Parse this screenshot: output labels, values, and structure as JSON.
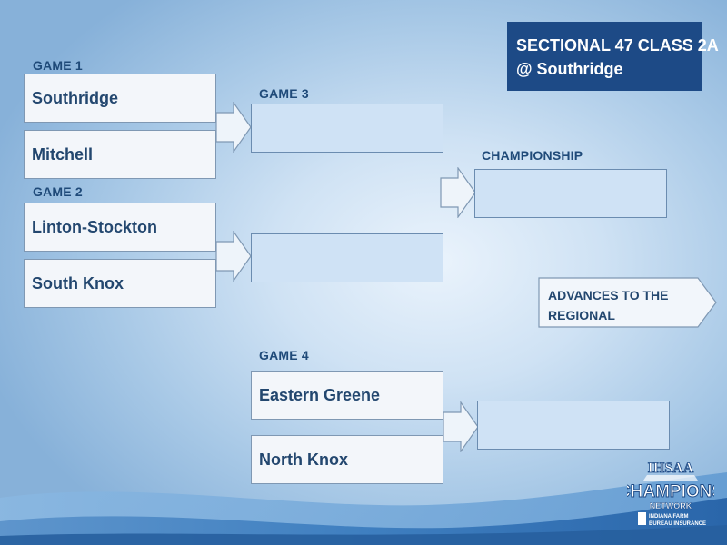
{
  "title": {
    "line1": "SECTIONAL 47 CLASS 2A",
    "line2": "@ Southridge"
  },
  "games": {
    "game1": {
      "label": "GAME 1",
      "team1": "Southridge",
      "team2": "Mitchell"
    },
    "game2": {
      "label": "GAME 2",
      "team1": "Linton-Stockton",
      "team2": "South Knox"
    },
    "game3": {
      "label": "GAME 3"
    },
    "game4": {
      "label": "GAME 4",
      "team1": "Eastern Greene",
      "team2": "North Knox"
    },
    "championship": {
      "label": "CHAMPIONSHIP"
    }
  },
  "advances": {
    "label": "ADVANCES TO THE REGIONAL"
  },
  "logo": {
    "top_text": "IHSAA",
    "main_text": "CHAMPIONS",
    "sub_text": "NETWORK",
    "sponsor_line1": "INDIANA FARM",
    "sponsor_line2": "BUREAU INSURANCE"
  },
  "colors": {
    "title_background": "#1d4a86",
    "label_text": "#1f4a79",
    "team_box": "#f3f6fa",
    "result_box": "#cfe2f5",
    "background": "#a7c8e6",
    "wave": "#2f6fb3"
  }
}
